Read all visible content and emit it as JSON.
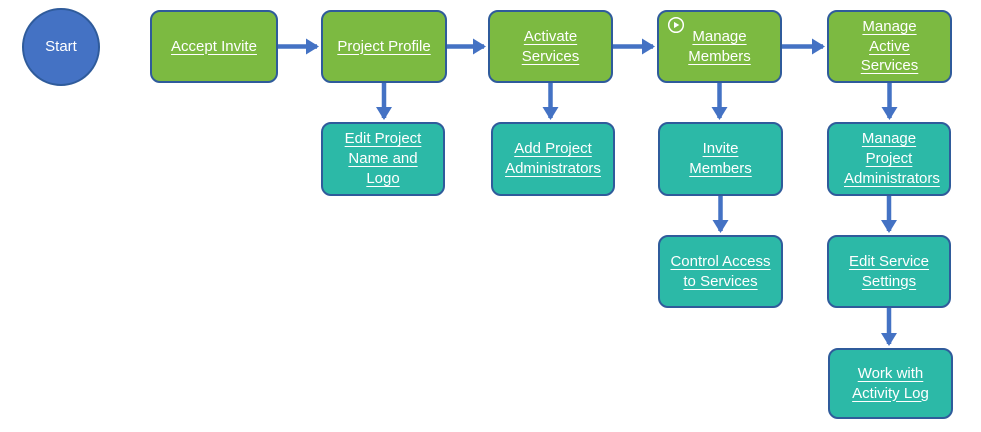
{
  "diagram": {
    "type": "flowchart",
    "nodes": [
      {
        "id": "start",
        "label": "Start",
        "variant": "start"
      },
      {
        "id": "accept-invite",
        "label": "Accept Invite",
        "variant": "stage"
      },
      {
        "id": "project-profile",
        "label": "Project Profile",
        "variant": "stage"
      },
      {
        "id": "activate-services",
        "label": "Activate Services",
        "variant": "stage"
      },
      {
        "id": "manage-members",
        "label": "Manage Members",
        "variant": "stage",
        "icon": "play-icon"
      },
      {
        "id": "manage-active-services",
        "label": "Manage Active Services",
        "variant": "stage"
      },
      {
        "id": "edit-project-name-logo",
        "label": "Edit Project Name and Logo",
        "variant": "task"
      },
      {
        "id": "add-project-administrators",
        "label": "Add Project Administrators",
        "variant": "task"
      },
      {
        "id": "invite-members",
        "label": "Invite Members",
        "variant": "task"
      },
      {
        "id": "manage-project-administrators",
        "label": "Manage Project Administrators",
        "variant": "task"
      },
      {
        "id": "control-access-to-services",
        "label": "Control Access to Services",
        "variant": "task"
      },
      {
        "id": "edit-service-settings",
        "label": "Edit Service Settings",
        "variant": "task"
      },
      {
        "id": "work-with-activity-log",
        "label": "Work with Activity Log",
        "variant": "task"
      }
    ],
    "edges": [
      {
        "from": "accept-invite",
        "to": "project-profile"
      },
      {
        "from": "project-profile",
        "to": "activate-services"
      },
      {
        "from": "activate-services",
        "to": "manage-members"
      },
      {
        "from": "manage-members",
        "to": "manage-active-services"
      },
      {
        "from": "project-profile",
        "to": "edit-project-name-logo"
      },
      {
        "from": "activate-services",
        "to": "add-project-administrators"
      },
      {
        "from": "manage-members",
        "to": "invite-members"
      },
      {
        "from": "manage-active-services",
        "to": "manage-project-administrators"
      },
      {
        "from": "invite-members",
        "to": "control-access-to-services"
      },
      {
        "from": "manage-project-administrators",
        "to": "edit-service-settings"
      },
      {
        "from": "edit-service-settings",
        "to": "work-with-activity-log"
      }
    ],
    "colors": {
      "stage_fill": "#7CBA41",
      "task_fill": "#2CB9A7",
      "start_fill": "#4472C4",
      "border": "#2F5B9B",
      "arrow": "#4472C4",
      "text": "#FFFFFF"
    }
  }
}
